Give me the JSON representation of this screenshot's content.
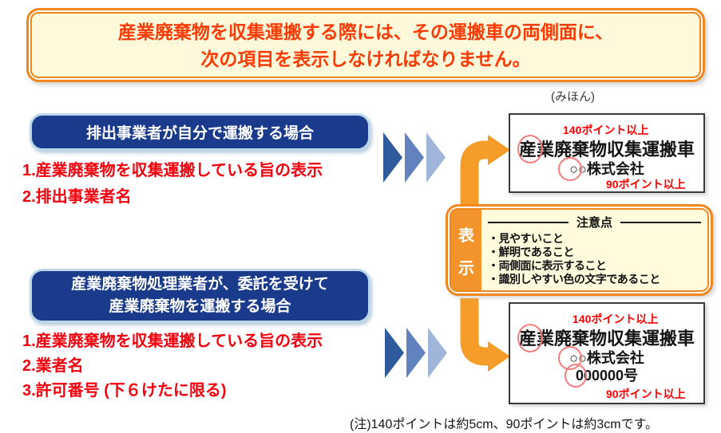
{
  "colors": {
    "accent_orange": "#F0861C",
    "banner_cream": "#FFF9DB",
    "header_red": "#FB3B06",
    "navy_blue": "#1A3A8C",
    "rim_blue": "#BAD8EA",
    "list_red": "#F2000C",
    "arrow_orange": "#F59D28",
    "chevron_dark": "#2F5B9D",
    "chevron_mid": "#6182BE",
    "chevron_light": "#A0B5DA",
    "annotation_red": "#FF0000",
    "circle_pink": "#F47C7C",
    "notes_cream": "#FFFBDC"
  },
  "header": {
    "line1": "産業廃棄物を収集運搬する際には、その運搬車の両側面に、",
    "line2": "次の項目を表示しなければなりません。"
  },
  "sample_label": "(みほん)",
  "case_self": {
    "title": "排出事業者が自分で運搬する場合",
    "items": [
      "1.産業廃棄物を収集運搬している旨の表示",
      "2.排出事業者名"
    ]
  },
  "case_contract": {
    "title_line1": "産業廃棄物処理業者が、委託を受けて",
    "title_line2": "産業廃棄物を運搬する場合",
    "items": [
      "1.産業廃棄物を収集運搬している旨の表示",
      "2.業者名",
      "3.許可番号 (下６けたに限る)"
    ]
  },
  "display_box": {
    "label_char1": "表",
    "label_char2": "示",
    "notes_title": "注意点",
    "notes": [
      "・見やすいこと",
      "・鮮明であること",
      "・両側面に表示すること",
      "・識別しやすい色の文字であること"
    ]
  },
  "sign_sample_top": {
    "point140": "140ポイント以上",
    "title": "産業廃棄物収集運搬車",
    "company": "○○株式会社",
    "point90": "90ポイント以上"
  },
  "sign_sample_bottom": {
    "point140": "140ポイント以上",
    "title": "産業廃棄物収集運搬車",
    "company": "○○株式会社",
    "permit_number": "000000号",
    "point90": "90ポイント以上"
  },
  "footnote": "(注)140ポイントは約5cm、90ポイントは約3cmです。"
}
